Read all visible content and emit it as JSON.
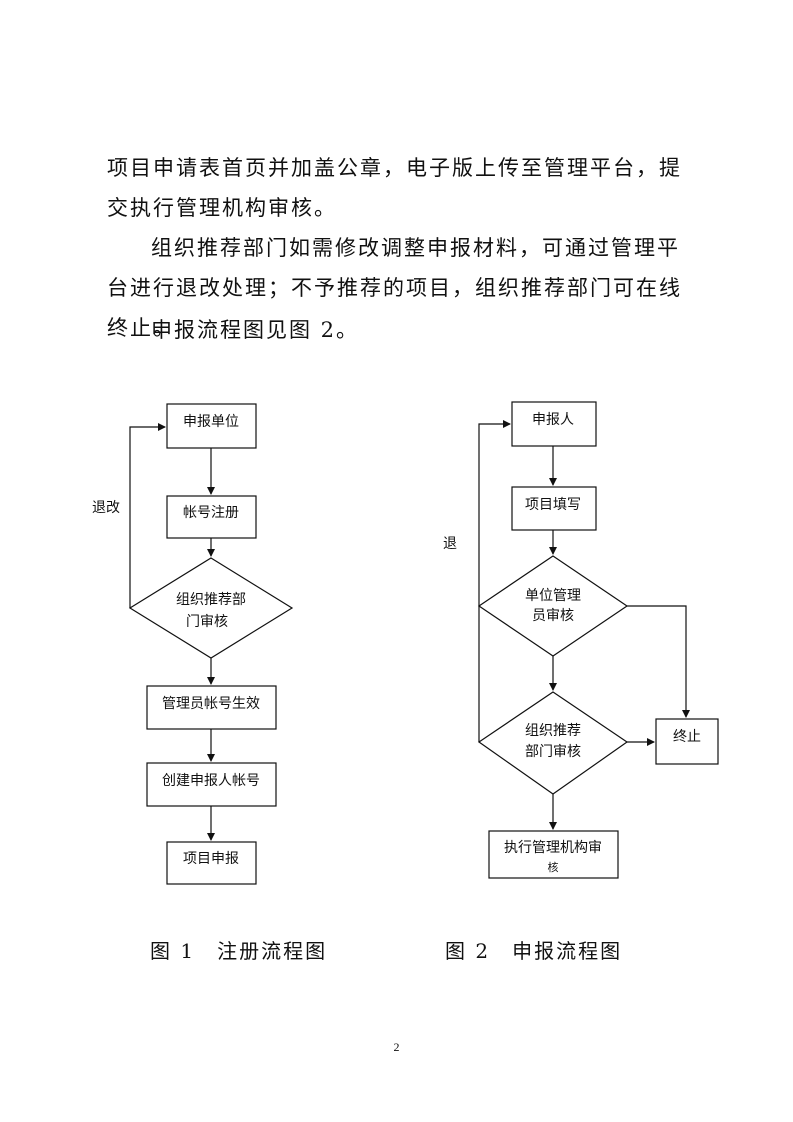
{
  "paragraphs": [
    "项目申请表首页并加盖公章，电子版上传至管理平台，提交执行管理机构审核。",
    "组织推荐部门如需修改调整申报材料，可通过管理平台进行退改处理；不予推荐的项目，组织推荐部门可在线终止。",
    "申报流程图见图 2。"
  ],
  "figure1": {
    "caption": "图 1　注册流程图",
    "loop_label": "退改",
    "nodes": {
      "unit": "申报单位",
      "register": "帐号注册",
      "review_l1": "组织推荐部",
      "review_l2": "门审核",
      "activate": "管理员帐号生效",
      "create": "创建申报人帐号",
      "apply": "项目申报"
    }
  },
  "figure2": {
    "caption": "图 2　申报流程图",
    "loop_label": "退",
    "nodes": {
      "applicant": "申报人",
      "fill": "项目填写",
      "unit_review_l1": "单位管理",
      "unit_review_l2": "员审核",
      "org_review_l1": "组织推荐",
      "org_review_l2": "部门审核",
      "terminate": "终止",
      "exec_review_l1": "执行管理机构审",
      "exec_review_l2": "核"
    }
  },
  "page_number": "2"
}
